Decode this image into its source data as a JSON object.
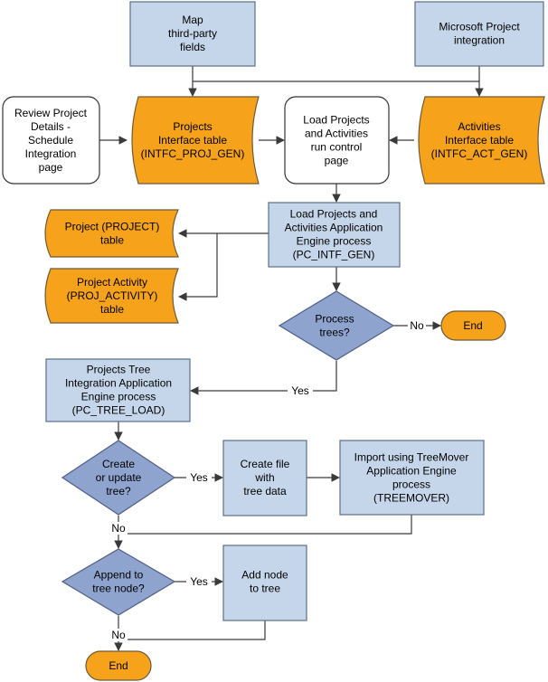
{
  "colors": {
    "process_fill": "#c6d6ea",
    "process_stroke": "#5b6f8a",
    "data_fill": "#f7a21b",
    "data_stroke": "#6b5a3a",
    "decision_fill": "#8ea3cd",
    "decision_stroke": "#4e5f83",
    "page_fill": "#ffffff",
    "terminal_fill": "#f7a21b",
    "edge": "#3a3a3a"
  },
  "nodes": {
    "map_fields": [
      "Map",
      "third-party",
      "fields"
    ],
    "ms_project": [
      "Microsoft Project",
      "integration"
    ],
    "review_page": [
      "Review Project",
      "Details -",
      "Schedule",
      "Integration",
      "page"
    ],
    "proj_interface": [
      "Projects",
      "Interface table",
      "(INTFC_PROJ_GEN)"
    ],
    "load_run_control": [
      "Load Projects",
      "and Activities",
      "run control",
      "page"
    ],
    "act_interface": [
      "Activities",
      "Interface table",
      "(INTFC_ACT_GEN)"
    ],
    "load_ae": [
      "Load Projects and",
      "Activities Application",
      "Engine process",
      "(PC_INTF_GEN)"
    ],
    "project_table": [
      "Project (PROJECT)",
      "table"
    ],
    "proj_activity_table": [
      "Project Activity",
      "(PROJ_ACTIVITY)",
      "table"
    ],
    "process_trees": [
      "Process",
      "trees?"
    ],
    "end_top": [
      "End"
    ],
    "tree_integration": [
      "Projects Tree",
      "Integration Application",
      "Engine process",
      "(PC_TREE_LOAD)"
    ],
    "create_update": [
      "Create",
      "or update",
      "tree?"
    ],
    "create_file": [
      "Create file",
      "with",
      "tree data"
    ],
    "import_treemover": [
      "Import using TreeMover",
      "Application Engine",
      "process",
      "(TREEMOVER)"
    ],
    "append_node": [
      "Append to",
      "tree node?"
    ],
    "add_node": [
      "Add node",
      "to tree"
    ],
    "end_bottom": [
      "End"
    ]
  },
  "edge_labels": {
    "process_no": "No",
    "process_yes": "Yes",
    "create_yes": "Yes",
    "create_no": "No",
    "append_yes": "Yes",
    "append_no": "No"
  }
}
